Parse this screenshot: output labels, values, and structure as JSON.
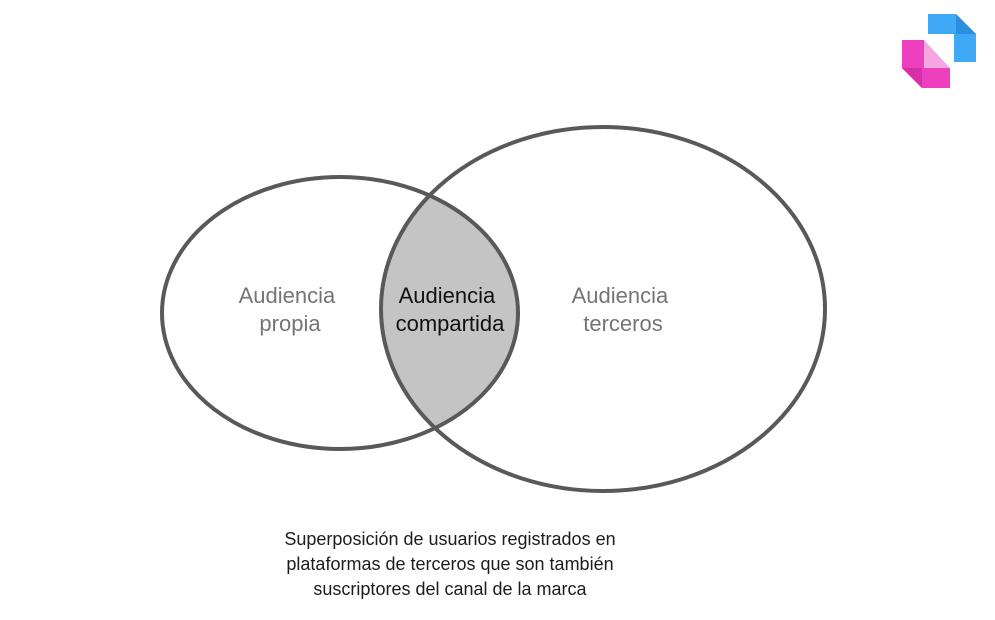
{
  "diagram": {
    "sets": [
      {
        "id": "own",
        "label_lines": [
          "Audiencia",
          "propia"
        ]
      },
      {
        "id": "third",
        "label_lines": [
          "Audiencia",
          "terceros"
        ]
      }
    ],
    "intersection": {
      "label_lines": [
        "Audiencia",
        "compartida"
      ]
    },
    "colors": {
      "outline": "#595959",
      "intersection_fill": "#c4c4c4",
      "set_label": "#757575",
      "intersection_label": "#111111"
    }
  },
  "caption": {
    "lines": [
      "Superposición de usuarios registrados en",
      "plataformas de terceros que son también",
      "suscriptores del canal de la marca"
    ]
  },
  "logo": {
    "icon": "brand-logo-icon",
    "colors": {
      "blue": "#3fa9f5",
      "pink": "#ee3fbe",
      "magenta": "#d62fa8"
    }
  }
}
